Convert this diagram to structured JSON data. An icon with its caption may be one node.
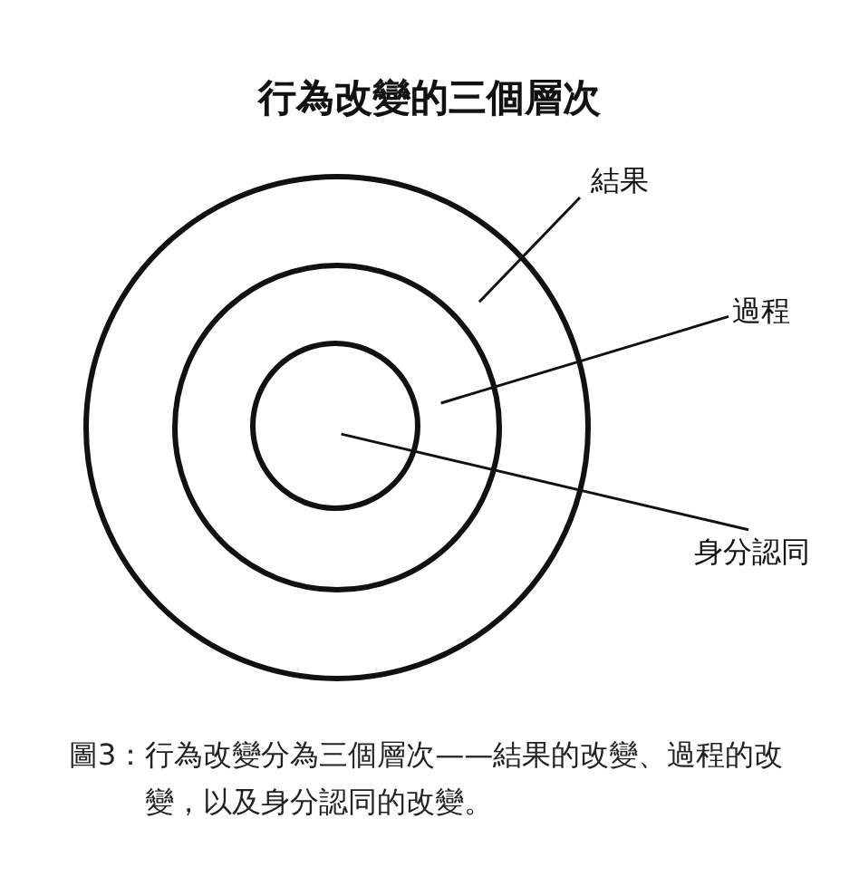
{
  "diagram": {
    "title": "行為改變的三個層次",
    "nodes": [
      {
        "text": [],
        "shape": "circle"
      },
      {
        "text": [],
        "shape": "circle",
        "in": 0
      },
      {
        "text": [],
        "shape": "circle",
        "in": 1
      },
      {
        "text": [
          "結果"
        ]
      },
      {
        "text": [
          "過程"
        ]
      },
      {
        "text": [
          "身分認同"
        ]
      }
    ],
    "edges": [
      {
        "from": 3,
        "to": 0,
        "arrow": "none"
      },
      {
        "from": 4,
        "to": 1,
        "arrow": "none"
      },
      {
        "from": 5,
        "to": 2,
        "arrow": "none"
      }
    ],
    "caption": "圖3：行為改變分為三個層次——結果的改變、過程的改變，以及身分認同的改變。"
  }
}
